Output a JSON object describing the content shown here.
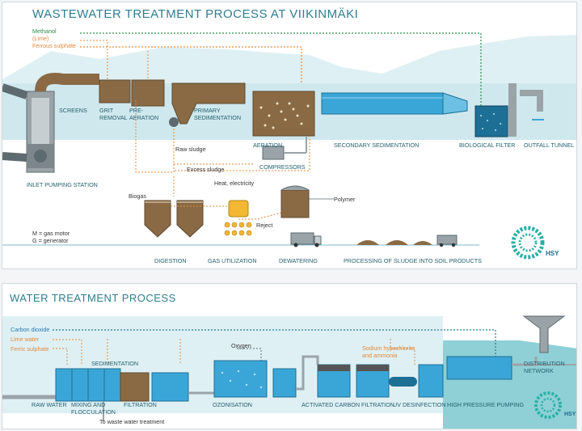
{
  "panel1": {
    "title": "WASTEWATER TREATMENT PROCESS AT VIIKINMÄKI",
    "legend": {
      "methanol": "Methanol",
      "lime": "(Lime)",
      "ferrous": "Ferrous sulphate",
      "gas_motor": "M = gas motor",
      "generator": "G = generator"
    },
    "labels": {
      "screens": "SCREENS",
      "grit_removal": [
        "GRIT",
        "REMOVAL"
      ],
      "pre_aeration": [
        "PRE-",
        "AERATION"
      ],
      "primary_sed": [
        "PRIMARY",
        "SEDIMENTATION"
      ],
      "aeration": "AERATION",
      "compressors": "COMPRESSORS",
      "secondary_sed": "SECONDARY SEDIMENTATION",
      "bio_filter": "BIOLOGICAL FILTER",
      "outfall": "OUTFALL TUNNEL",
      "inlet": "INLET PUMPING STATION",
      "raw_sludge": "Raw sludge",
      "excess_sludge": "Excess sludge",
      "biogas": "Biogas",
      "heat": "Heat, electricity",
      "polymer": "Polymer",
      "reject": "Reject",
      "digestion": "DIGESTION",
      "gas_util": "GAS UTILIZATION",
      "dewatering": "DEWATERING",
      "processing": "PROCESSING OF SLUDGE INTO SOIL PRODUCTS"
    }
  },
  "panel2": {
    "title": "WATER TREATMENT PROCESS",
    "legend": {
      "co2": "Carbon dioxide",
      "lime": "Lime water",
      "ferric": "Ferric sulphate",
      "oxygen": "Oxygen",
      "hypochlorite": [
        "Sodium hypochlorite",
        "and ammonia"
      ]
    },
    "labels": {
      "sedimentation": "SEDIMENTATION",
      "raw_water": "RAW WATER",
      "mixing": [
        "MIXING AND",
        "FLOCCULATION"
      ],
      "filtration": "FILTRATION",
      "ozonisation": "OZONISATION",
      "activated": "ACTIVATED CARBON FILTRATION",
      "uv": "UV DESINFECTION",
      "pumping": "HIGH PRESSURE PUMPING",
      "distribution": [
        "DISTRIBUTION",
        "NETWORK"
      ],
      "waste": "To waste water treatment"
    }
  },
  "logo_text": "HSY",
  "colors": {
    "teal": "#2e7d8f",
    "water": "#3aa6d8",
    "sludge": "#8a6a44",
    "orange": "#e08a3c",
    "green": "#2f8f4a",
    "pipe": "#9aa4a8"
  }
}
